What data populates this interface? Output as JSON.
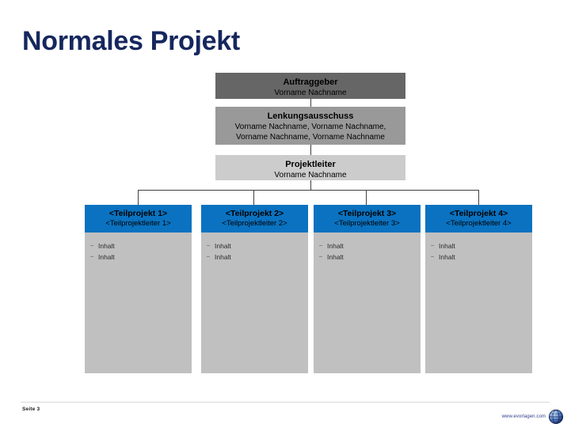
{
  "slide": {
    "title": "Normales Projekt",
    "accent_color": "#16275e",
    "subproject_header_color": "#0a72c0"
  },
  "org_chart": {
    "top_nodes": [
      {
        "id": "auftraggeber",
        "title": "Auftraggeber",
        "subtitle": "Vorname Nachname",
        "fill": "#666666"
      },
      {
        "id": "lenkungsausschuss",
        "title": "Lenkungsausschuss",
        "subtitle": "Vorname Nachname, Vorname Nachname, Vorname Nachname, Vorname Nachname",
        "subtitle_line1": "Vorname Nachname, Vorname Nachname,",
        "subtitle_line2": "Vorname Nachname, Vorname Nachname",
        "fill": "#999999"
      },
      {
        "id": "projektleiter",
        "title": "Projektleiter",
        "subtitle": "Vorname Nachname",
        "fill": "#cccccc"
      }
    ],
    "subprojects": [
      {
        "title": "<Teilprojekt 1>",
        "lead": "<Teilprojektleiter 1>",
        "items": [
          "Inhalt",
          "Inhalt"
        ]
      },
      {
        "title": "<Teilprojekt 2>",
        "lead": "<Teilprojektleiter 2>",
        "items": [
          "Inhalt",
          "Inhalt"
        ]
      },
      {
        "title": "<Teilprojekt 3>",
        "lead": "<Teilprojektleiter 3>",
        "items": [
          "Inhalt",
          "Inhalt"
        ]
      },
      {
        "title": "<Teilprojekt 4>",
        "lead": "<Teilprojektleiter 4>",
        "items": [
          "Inhalt",
          "Inhalt"
        ]
      }
    ]
  },
  "footer": {
    "page_label": "Seite 3",
    "brand_text": "www.evorlagen.com",
    "brand_icon": "globe-icon"
  }
}
